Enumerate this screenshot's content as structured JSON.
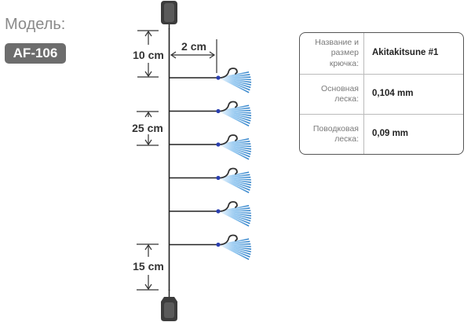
{
  "model": {
    "label": "Модель:",
    "code": "AF-106"
  },
  "dimensions": {
    "top_gap": "10 cm",
    "leader_length": "2 cm",
    "hook_spacing": "25 cm",
    "bottom_gap": "15 cm"
  },
  "specs": [
    {
      "key": "Название и размер крючка:",
      "value": "Akitakitsune #1"
    },
    {
      "key": "Основная леска:",
      "value": "0,104 mm"
    },
    {
      "key": "Поводковая леска:",
      "value": "0,09 mm"
    }
  ],
  "rig": {
    "hook_count": 6,
    "colors": {
      "line": "#222222",
      "swivel": "#3c3c3c",
      "bead": "#2a3fb0",
      "hook": "#333333",
      "feather_light": "#d8ecff",
      "feather_dark": "#2f80c8",
      "dimension": "#333333"
    }
  }
}
